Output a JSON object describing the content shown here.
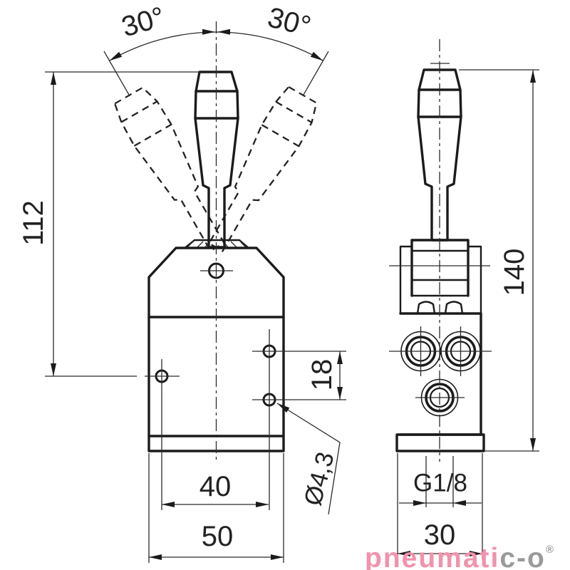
{
  "drawing": {
    "background": "#ffffff",
    "line_color": "#1b1b1b",
    "dimensions": {
      "angle_left": "30°",
      "angle_right": "30°",
      "lever_height": "112",
      "overall_height": "140",
      "port_spacing": "18",
      "mount_hole_diameter": "Ø4,3",
      "mount_hole_spacing": "40",
      "front_width": "50",
      "port_thread": "G1/8",
      "side_width": "30"
    },
    "logo": {
      "part1": "pneumati",
      "part2": "c-o",
      "registered": "®",
      "part1_color": "#f292ab",
      "part2_color": "#9a9a9a"
    }
  }
}
